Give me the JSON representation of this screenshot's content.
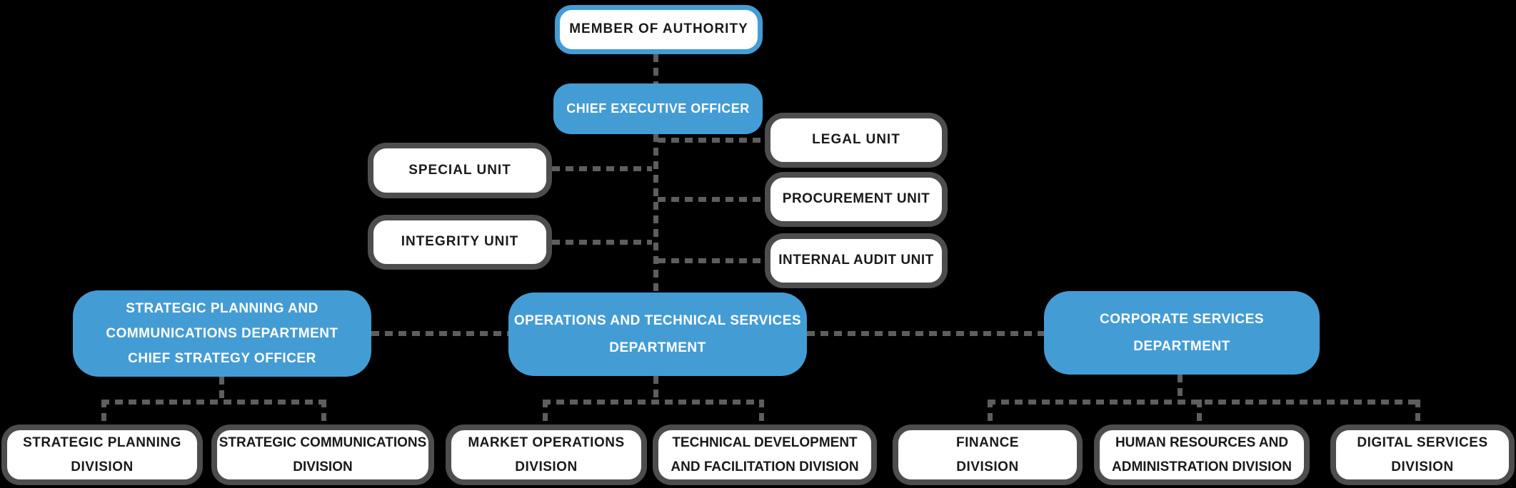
{
  "colors": {
    "background": "#000000",
    "accent_blue": "#449CD5",
    "box_border": "#4D4D4D",
    "connector": "#5E5E5E",
    "text_dark": "#1A1A1A",
    "text_light": "#FFFFFF"
  },
  "nodes": {
    "member_of_authority": {
      "label": "MEMBER OF AUTHORITY"
    },
    "chief_executive_officer": {
      "label": "CHIEF EXECUTIVE OFFICER"
    },
    "special_unit": {
      "label": "SPECIAL UNIT"
    },
    "integrity_unit": {
      "label": "INTEGRITY UNIT"
    },
    "legal_unit": {
      "label": "LEGAL UNIT"
    },
    "procurement_unit": {
      "label": "PROCUREMENT UNIT"
    },
    "internal_audit_unit": {
      "label": "INTERNAL AUDIT UNIT"
    },
    "strategic_planning_communications_dept": {
      "label": "STRATEGIC PLANNING AND\nCOMMUNICATIONS DEPARTMENT\nCHIEF STRATEGY OFFICER"
    },
    "operations_technical_services_dept": {
      "label": "OPERATIONS AND TECHNICAL SERVICES\nDEPARTMENT"
    },
    "corporate_services_dept": {
      "label": "CORPORATE SERVICES\nDEPARTMENT"
    },
    "strategic_planning_division": {
      "label": "STRATEGIC PLANNING\nDIVISION"
    },
    "strategic_communications_division": {
      "label": "STRATEGIC COMMUNICATIONS\nDIVISION"
    },
    "market_operations_division": {
      "label": "MARKET OPERATIONS\nDIVISION"
    },
    "technical_development_facilitation_division": {
      "label": "TECHNICAL DEVELOPMENT\nAND FACILITATION DIVISION"
    },
    "finance_division": {
      "label": "FINANCE\nDIVISION"
    },
    "human_resources_administration_division": {
      "label": "HUMAN RESOURCES AND\nADMINISTRATION DIVISION"
    },
    "digital_services_division": {
      "label": "DIGITAL SERVICES\nDIVISION"
    }
  }
}
